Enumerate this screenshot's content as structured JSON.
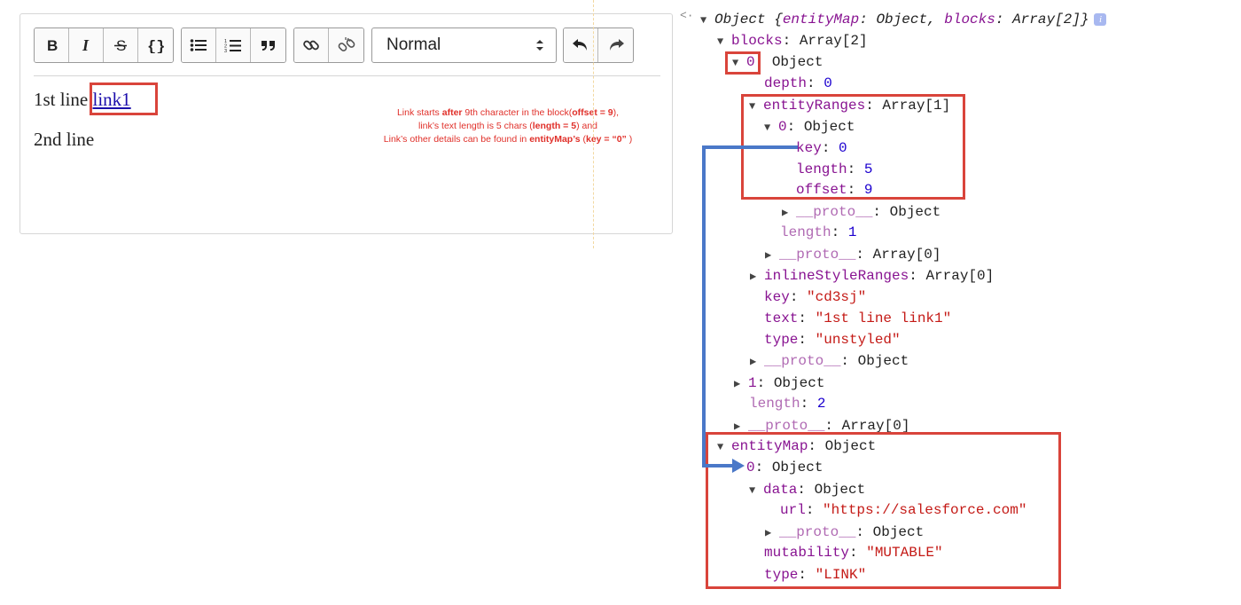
{
  "editor": {
    "toolbar": {
      "inline": [
        {
          "name": "bold-button",
          "icon": "bold-icon"
        },
        {
          "name": "italic-button",
          "icon": "italic-icon"
        },
        {
          "name": "strikethrough-button",
          "icon": "strikethrough-icon"
        },
        {
          "name": "code-button",
          "icon": "code-icon"
        }
      ],
      "block": [
        {
          "name": "unordered-list-button",
          "icon": "bullet-list-icon"
        },
        {
          "name": "ordered-list-button",
          "icon": "numbered-list-icon"
        },
        {
          "name": "blockquote-button",
          "icon": "quote-icon"
        }
      ],
      "link": [
        {
          "name": "link-button",
          "icon": "link-icon"
        },
        {
          "name": "unlink-button",
          "icon": "unlink-icon"
        }
      ],
      "style_select_value": "Normal",
      "history": [
        {
          "name": "undo-button",
          "icon": "undo-icon"
        },
        {
          "name": "redo-button",
          "icon": "redo-icon"
        }
      ]
    },
    "line1_prefix": "1st line ",
    "link_text": "link1",
    "line2": "2nd line",
    "note": {
      "l1a": "Link starts ",
      "l1b": "after",
      "l1c": " 9th character in the block(",
      "l1d": "offset = 9",
      "l1e": "),",
      "l2a": "link’s text length is 5 chars (",
      "l2b": "length = 5",
      "l2c": ") and",
      "l3a": "Link’s other details can be found in ",
      "l3b": "entityMap’s",
      "l3c": " (",
      "l3d": "key = “0”",
      "l3e": " )"
    }
  },
  "tree": {
    "back_icon": "<·",
    "root_label": "Object {",
    "root_k1": "entityMap",
    "root_v1": ": Object, ",
    "root_k2": "blocks",
    "root_v2": ": Array[2]}",
    "info": "i",
    "blocks_key": "blocks",
    "blocks_val": ": Array[2]",
    "b0_key": "0",
    "b0_val": ": Object",
    "depth_key": "depth",
    "depth_val": "0",
    "er_key": "entityRanges",
    "er_val": ": Array[1]",
    "er0_key": "0",
    "er0_val": ": Object",
    "key_key": "key",
    "key_val": "0",
    "len_key": "length",
    "len_val": "5",
    "off_key": "offset",
    "off_val": "9",
    "proto_key": "__proto__",
    "proto_obj": ": Object",
    "erlen_key": "length",
    "erlen_val": "1",
    "proto_arr": ": Array[0]",
    "isr_key": "inlineStyleRanges",
    "isr_val": ": Array[0]",
    "bkey_key": "key",
    "bkey_val": "\"cd3sj\"",
    "text_key": "text",
    "text_val": "\"1st line link1\"",
    "type_key": "type",
    "type_val": "\"unstyled\"",
    "b1_key": "1",
    "b1_val": ": Object",
    "blen_key": "length",
    "blen_val": "2",
    "em_key": "entityMap",
    "em_val": ": Object",
    "em0_key": "0",
    "em0_val": ": Object",
    "data_key": "data",
    "data_val": ": Object",
    "url_key": "url",
    "url_val": "\"https://salesforce.com\"",
    "mut_key": "mutability",
    "mut_val": "\"MUTABLE\"",
    "etype_key": "type",
    "etype_val": "\"LINK\""
  },
  "colors": {
    "highlight": "#d9443b",
    "arrow": "#4a78c8",
    "note": "#e0302a",
    "key": "#881391",
    "number": "#1c00cf",
    "string": "#c41a16"
  }
}
